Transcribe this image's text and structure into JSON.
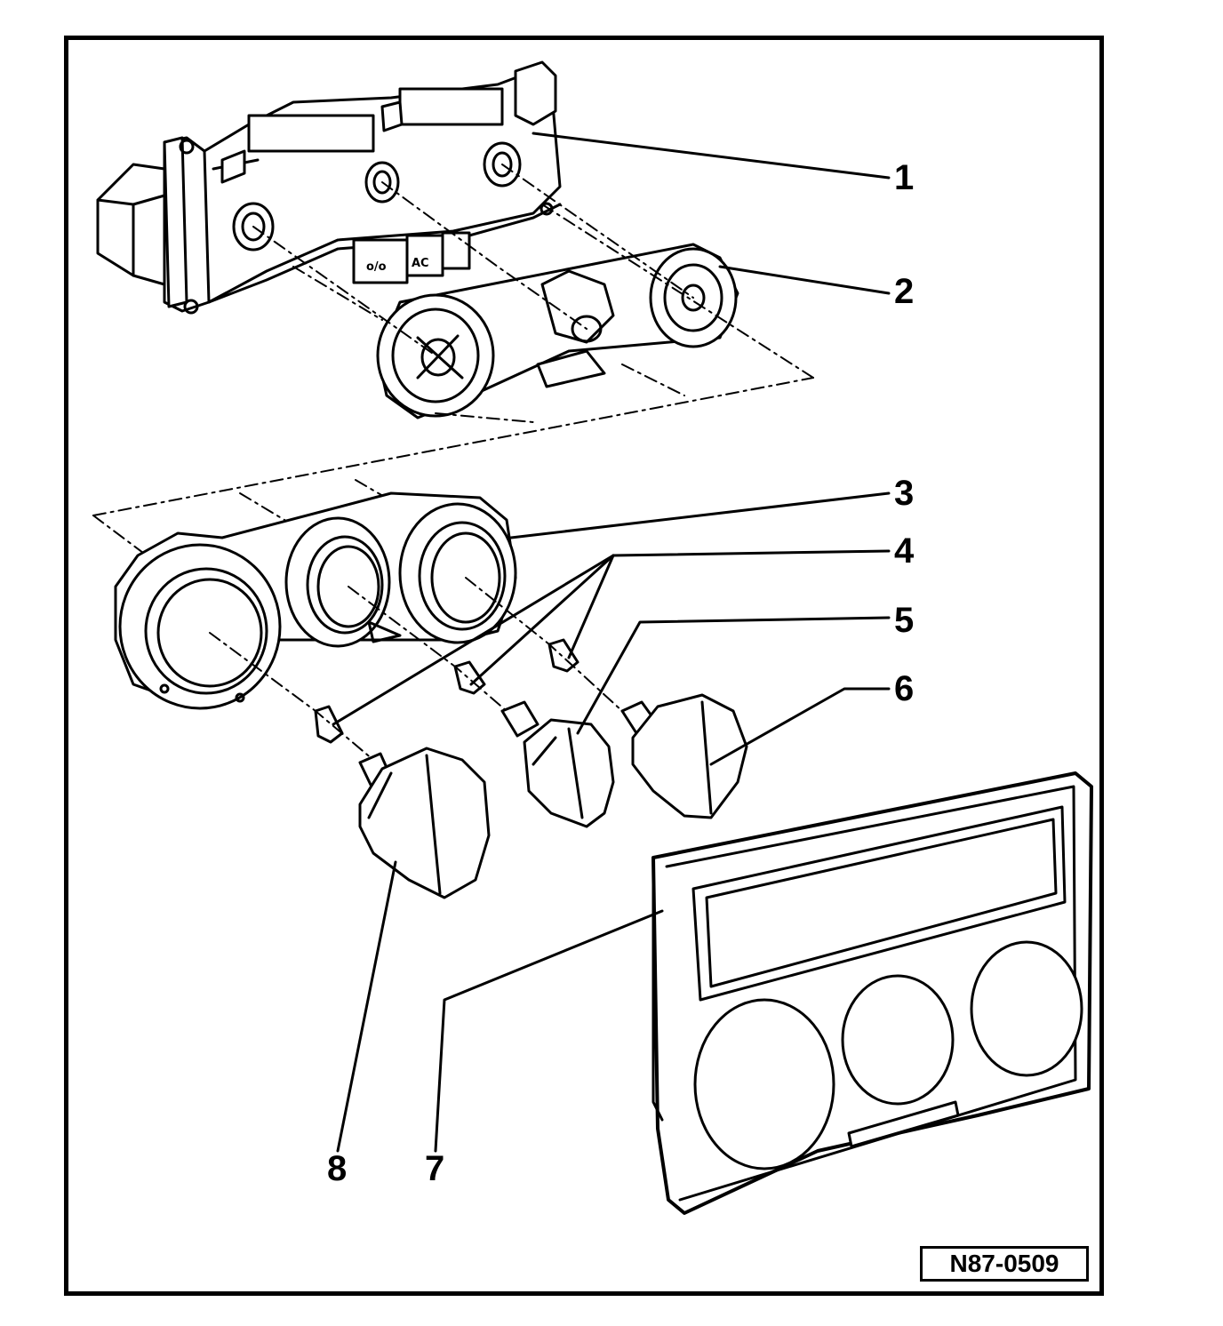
{
  "diagram": {
    "callouts": [
      {
        "id": "1",
        "label": "1"
      },
      {
        "id": "2",
        "label": "2"
      },
      {
        "id": "3",
        "label": "3"
      },
      {
        "id": "4",
        "label": "4"
      },
      {
        "id": "5",
        "label": "5"
      },
      {
        "id": "6",
        "label": "6"
      },
      {
        "id": "7",
        "label": "7"
      },
      {
        "id": "8",
        "label": "8"
      }
    ],
    "part_markings": {
      "switch_left": "o/o",
      "switch_right": "AC"
    },
    "reference_code": "N87-0509"
  }
}
